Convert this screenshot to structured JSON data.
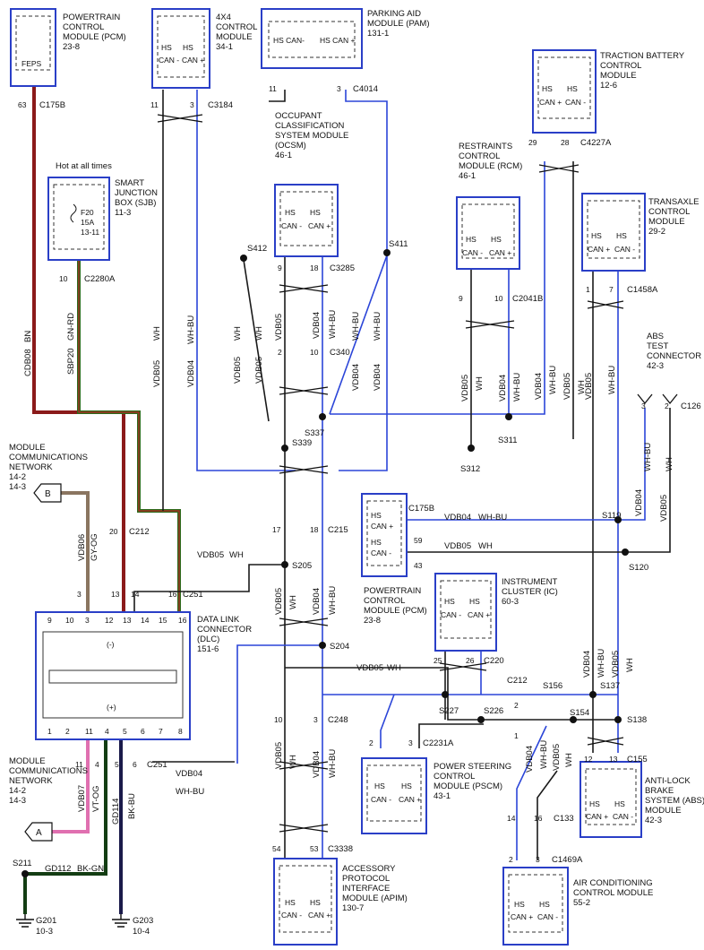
{
  "modules": {
    "pcm_top": {
      "l1": "POWERTRAIN",
      "l2": "CONTROL",
      "l3": "MODULE (PCM)",
      "l4": "23-8",
      "pin": "FEPS"
    },
    "x4": {
      "l1": "4X4",
      "l2": "CONTROL",
      "l3": "MODULE",
      "l4": "34-1"
    },
    "pam": {
      "l1": "PARKING AID",
      "l2": "MODULE (PAM)",
      "l3": "131-1"
    },
    "tbcm": {
      "l1": "TRACTION BATTERY",
      "l2": "CONTROL",
      "l3": "MODULE",
      "l4": "12-6"
    },
    "ocsm": {
      "l1": "OCCUPANT",
      "l2": "CLASSIFICATION",
      "l3": "SYSTEM MODULE",
      "l4": "(OCSM)",
      "l5": "46-1"
    },
    "sjb": {
      "l1": "Hot at all times",
      "l2": "SMART",
      "l3": "JUNCTION",
      "l4": "BOX (SJB)",
      "l5": "11-3",
      "fuse1": "F20",
      "fuse2": "15A",
      "fuse3": "13-11"
    },
    "rcm": {
      "l1": "RESTRAINTS",
      "l2": "CONTROL",
      "l3": "MODULE (RCM)",
      "l4": "46-1"
    },
    "tcm": {
      "l1": "TRANSAXLE",
      "l2": "CONTROL",
      "l3": "MODULE",
      "l4": "29-2"
    },
    "abs_conn": {
      "l1": "ABS",
      "l2": "TEST",
      "l3": "CONNECTOR",
      "l4": "42-3"
    },
    "mcn_top": {
      "l1": "MODULE",
      "l2": "COMMUNICATIONS",
      "l3": "NETWORK",
      "l4": "14-2",
      "l5": "14-3",
      "tag": "B"
    },
    "mcn_bot": {
      "l1": "MODULE",
      "l2": "COMMUNICATIONS",
      "l3": "NETWORK",
      "l4": "14-2",
      "l5": "14-3",
      "tag": "A"
    },
    "dlc": {
      "l1": "DATA LINK",
      "l2": "CONNECTOR",
      "l3": "(DLC)",
      "l4": "151-6",
      "minus": "(-)",
      "plus": "(+)"
    },
    "pcm_mid": {
      "l1": "POWERTRAIN",
      "l2": "CONTROL",
      "l3": "MODULE (PCM)",
      "l4": "23-8"
    },
    "ic": {
      "l1": "INSTRUMENT",
      "l2": "CLUSTER (IC)",
      "l3": "60-3"
    },
    "pscm": {
      "l1": "POWER STEERING",
      "l2": "CONTROL",
      "l3": "MODULE (PSCM)",
      "l4": "43-1"
    },
    "abs": {
      "l1": "ANTI-LOCK",
      "l2": "BRAKE",
      "l3": "SYSTEM (ABS)",
      "l4": "MODULE",
      "l5": "42-3"
    },
    "apim": {
      "l1": "ACCESSORY",
      "l2": "PROTOCOL",
      "l3": "INTERFACE",
      "l4": "MODULE (APIM)",
      "l5": "130-7"
    },
    "acm": {
      "l1": "AIR CONDITIONING",
      "l2": "CONTROL MODULE",
      "l3": "55-2"
    }
  },
  "hs": {
    "hs": "HS",
    "can_minus": "CAN -",
    "can_plus": "CAN +",
    "hs_can_minus": "HS CAN-",
    "hs_can_plus": "HS CAN +"
  },
  "connectors": {
    "c175b": "C175B",
    "c3184": "C3184",
    "c4014": "C4014",
    "c4227a": "C4227A",
    "c3285": "C3285",
    "c340": "C340",
    "c2280a": "C2280A",
    "c2041b": "C2041B",
    "c1458a": "C1458A",
    "c126": "C126",
    "c212a": "C212",
    "c215": "C215",
    "c251a": "C251",
    "c175b2": "C175B",
    "c220": "C220",
    "c212b": "C212",
    "c248": "C248",
    "c2231a": "C2231A",
    "c155": "C155",
    "c133": "C133",
    "c251b": "C251",
    "c3338": "C3338",
    "c1469a": "C1469A"
  },
  "splices": {
    "s412": "S412",
    "s411": "S411",
    "s339": "S339",
    "s337": "S337",
    "s311": "S311",
    "s312": "S312",
    "s205": "S205",
    "s204": "S204",
    "s119": "S119",
    "s120": "S120",
    "s227": "S227",
    "s226": "S226",
    "s156": "S156",
    "s137": "S137",
    "s154": "S154",
    "s138": "S138",
    "s211": "S211"
  },
  "grounds": {
    "g201": "G201",
    "g201r": "10-3",
    "g203": "G203",
    "g203r": "10-4"
  },
  "wires": {
    "cdb08": "CDB08",
    "bn": "BN",
    "sbp20": "SBP20",
    "gnrd": "GN-RD",
    "vdb05": "VDB05",
    "wh": "WH",
    "vdb04": "VDB04",
    "whbu": "WH-BU",
    "vdb06": "VDB06",
    "gyog": "GY-OG",
    "vdb07": "VDB07",
    "vtog": "VT-OG",
    "gd114": "GD114",
    "bkbu": "BK-BU",
    "gd112": "GD112",
    "bkgn": "BK-GN"
  },
  "pins": {
    "p63": "63",
    "p11a": "11",
    "p3a": "3",
    "p11b": "11",
    "p3b": "3",
    "p29": "29",
    "p28": "28",
    "p9a": "9",
    "p18a": "18",
    "p2a": "2",
    "p10a": "10",
    "p10b": "10",
    "p9b": "9",
    "p10c": "10",
    "p1a": "1",
    "p7a": "7",
    "p3c": "3",
    "p2b": "2",
    "p20": "20",
    "p17": "17",
    "p18b": "18",
    "p3d": "3",
    "p13": "13",
    "p14": "14",
    "p16": "16",
    "p59": "59",
    "p43": "43",
    "p25": "25",
    "p26": "26",
    "p2c": "2",
    "p1b": "1",
    "p10d": "10",
    "p3e": "3",
    "p2d": "2",
    "p3f": "3",
    "p12": "12",
    "p13b": "13",
    "p14b": "14",
    "p16b": "16",
    "p11c": "11",
    "p4": "4",
    "p5": "5",
    "p6": "6",
    "p54": "54",
    "p53": "53",
    "p2e": "2",
    "p3g": "3",
    "dlc_top": [
      "9",
      "10",
      "3",
      "12",
      "13",
      "14",
      "15",
      "16"
    ],
    "dlc_bot": [
      "1",
      "2",
      "11",
      "4",
      "5",
      "6",
      "7",
      "8"
    ]
  }
}
